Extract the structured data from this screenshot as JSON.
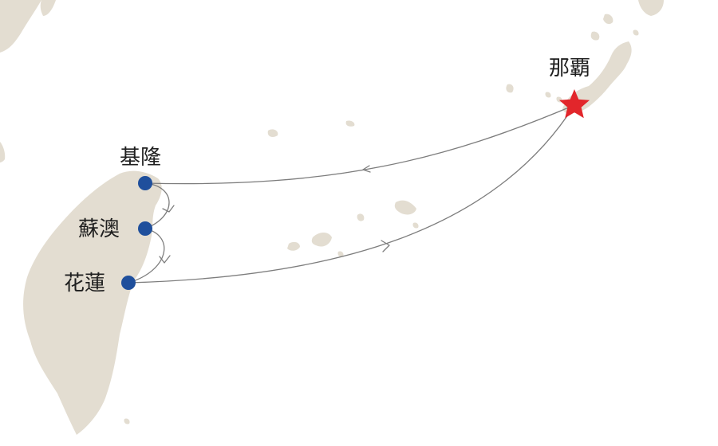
{
  "map": {
    "colors": {
      "land": "#e3ddd1",
      "route": "#7d7d7d",
      "port_marker": "#1f4f9c",
      "destination_marker": "#e2262b",
      "background": "#ffffff"
    },
    "ports": [
      {
        "label": "基隆",
        "marker": "circle"
      },
      {
        "label": "蘇澳",
        "marker": "circle"
      },
      {
        "label": "花蓮",
        "marker": "circle"
      },
      {
        "label": "那覇",
        "marker": "star"
      }
    ]
  }
}
